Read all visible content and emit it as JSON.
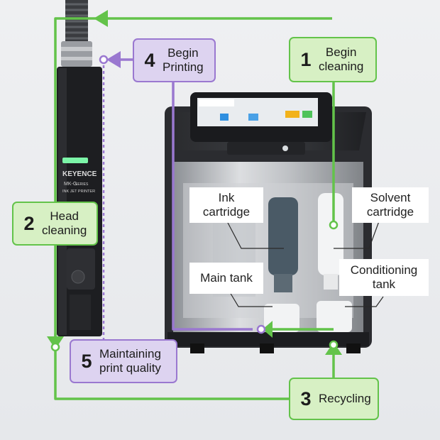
{
  "steps": [
    {
      "num": "1",
      "label_line1": "Begin",
      "label_line2": "cleaning"
    },
    {
      "num": "2",
      "label_line1": "Head",
      "label_line2": "cleaning"
    },
    {
      "num": "3",
      "label_line1": "Recycling",
      "label_line2": ""
    },
    {
      "num": "4",
      "label_line1": "Begin",
      "label_line2": "Printing"
    },
    {
      "num": "5",
      "label_line1": "Maintaining",
      "label_line2": "print quality"
    }
  ],
  "parts": {
    "ink_cartridge_1": "Ink",
    "ink_cartridge_2": "cartridge",
    "solvent_cartridge_1": "Solvent",
    "solvent_cartridge_2": "cartridge",
    "main_tank": "Main tank",
    "conditioning_tank_1": "Conditioning",
    "conditioning_tank_2": "tank"
  },
  "device": {
    "brand": "KEYENCE",
    "model": "MK-G",
    "series": "SERIES",
    "sub": "INK JET PRINTER"
  },
  "colors": {
    "green_flow": "#63c34a",
    "purple_flow": "#9a78d0",
    "green_box": "#d7f0c4",
    "purple_box": "#ddd3f0"
  }
}
